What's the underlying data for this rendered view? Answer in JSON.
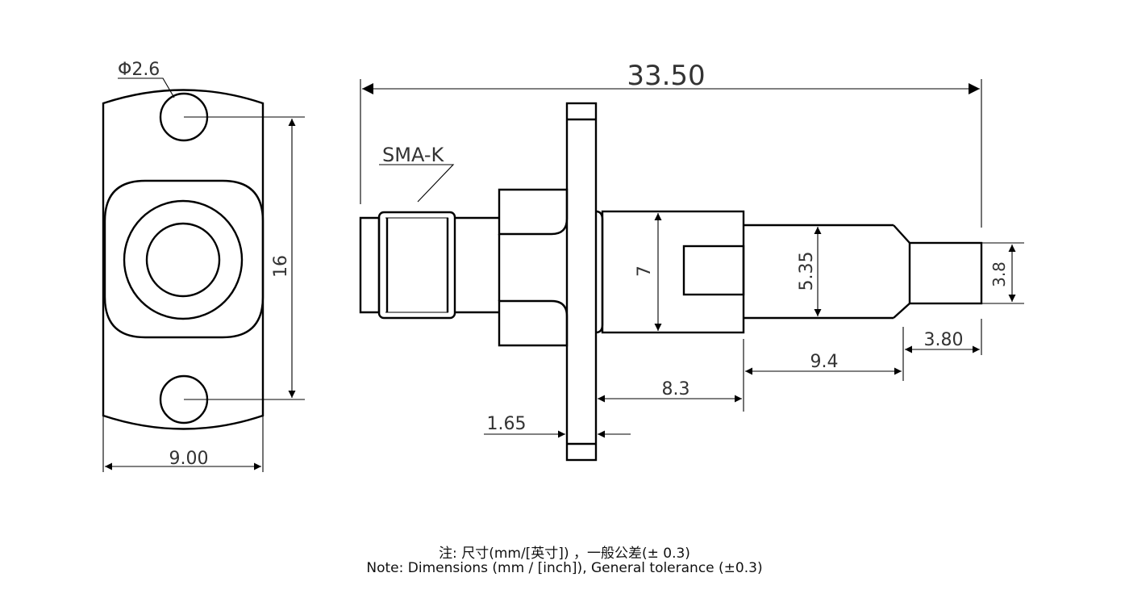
{
  "drawing": {
    "dimensions": {
      "hole_diameter": "Φ2.6",
      "hole_spacing": "16",
      "flange_width": "9.00",
      "overall_length": "33.50",
      "body_diameter": "7",
      "pin_diameter": "5.35",
      "tip_diameter": "3.8",
      "tip_length": "3.80",
      "mid_length": "9.4",
      "body_length": "8.3",
      "flange_thickness": "1.65"
    },
    "connector_label": "SMA-K"
  },
  "notes": {
    "chinese": "注: 尺寸(mm/[英寸]) ，一般公差(± 0.3)",
    "english": "Note: Dimensions (mm / [inch]), General tolerance (±0.3)"
  }
}
